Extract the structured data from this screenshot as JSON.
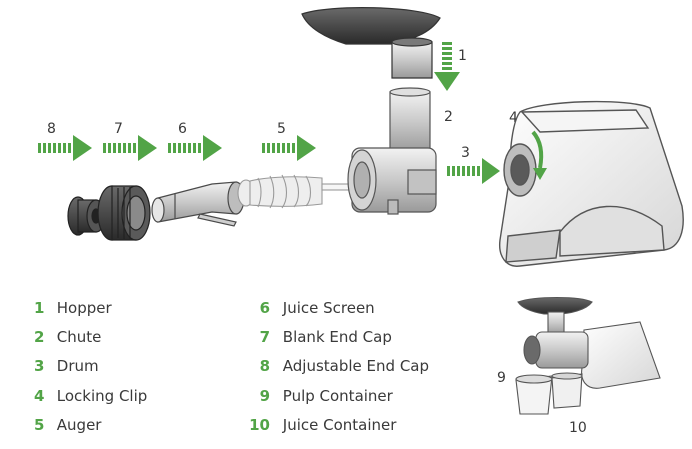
{
  "callouts": [
    "1",
    "2",
    "3",
    "4",
    "5",
    "6",
    "7",
    "8",
    "9",
    "10"
  ],
  "legend_left": [
    {
      "num": "1",
      "label": "Hopper"
    },
    {
      "num": "2",
      "label": "Chute"
    },
    {
      "num": "3",
      "label": "Drum"
    },
    {
      "num": "4",
      "label": "Locking Clip"
    },
    {
      "num": "5",
      "label": "Auger"
    }
  ],
  "legend_right": [
    {
      "num": "6",
      "label": "Juice Screen"
    },
    {
      "num": "7",
      "label": "Blank End Cap"
    },
    {
      "num": "8",
      "label": "Adjustable End Cap"
    },
    {
      "num": "9",
      "label": "Pulp Container"
    },
    {
      "num": "10",
      "label": "Juice Container"
    }
  ],
  "colors": {
    "accent_green": "#52a447",
    "outline": "#4a4a4a",
    "part_fill": "#d9d9d9",
    "text": "#3a3a3a"
  }
}
